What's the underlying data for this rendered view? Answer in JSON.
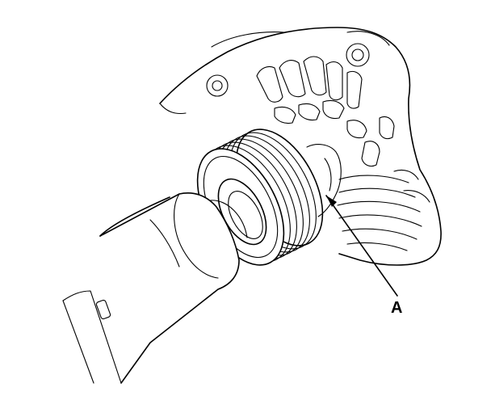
{
  "diagram": {
    "callout": {
      "label": "A"
    },
    "parts": {
      "alternator": "alternator-housing",
      "pulley": "alternator-pulley",
      "tool": "pulley-removal-tool"
    },
    "colors": {
      "line": "#000000",
      "background": "#ffffff"
    }
  }
}
